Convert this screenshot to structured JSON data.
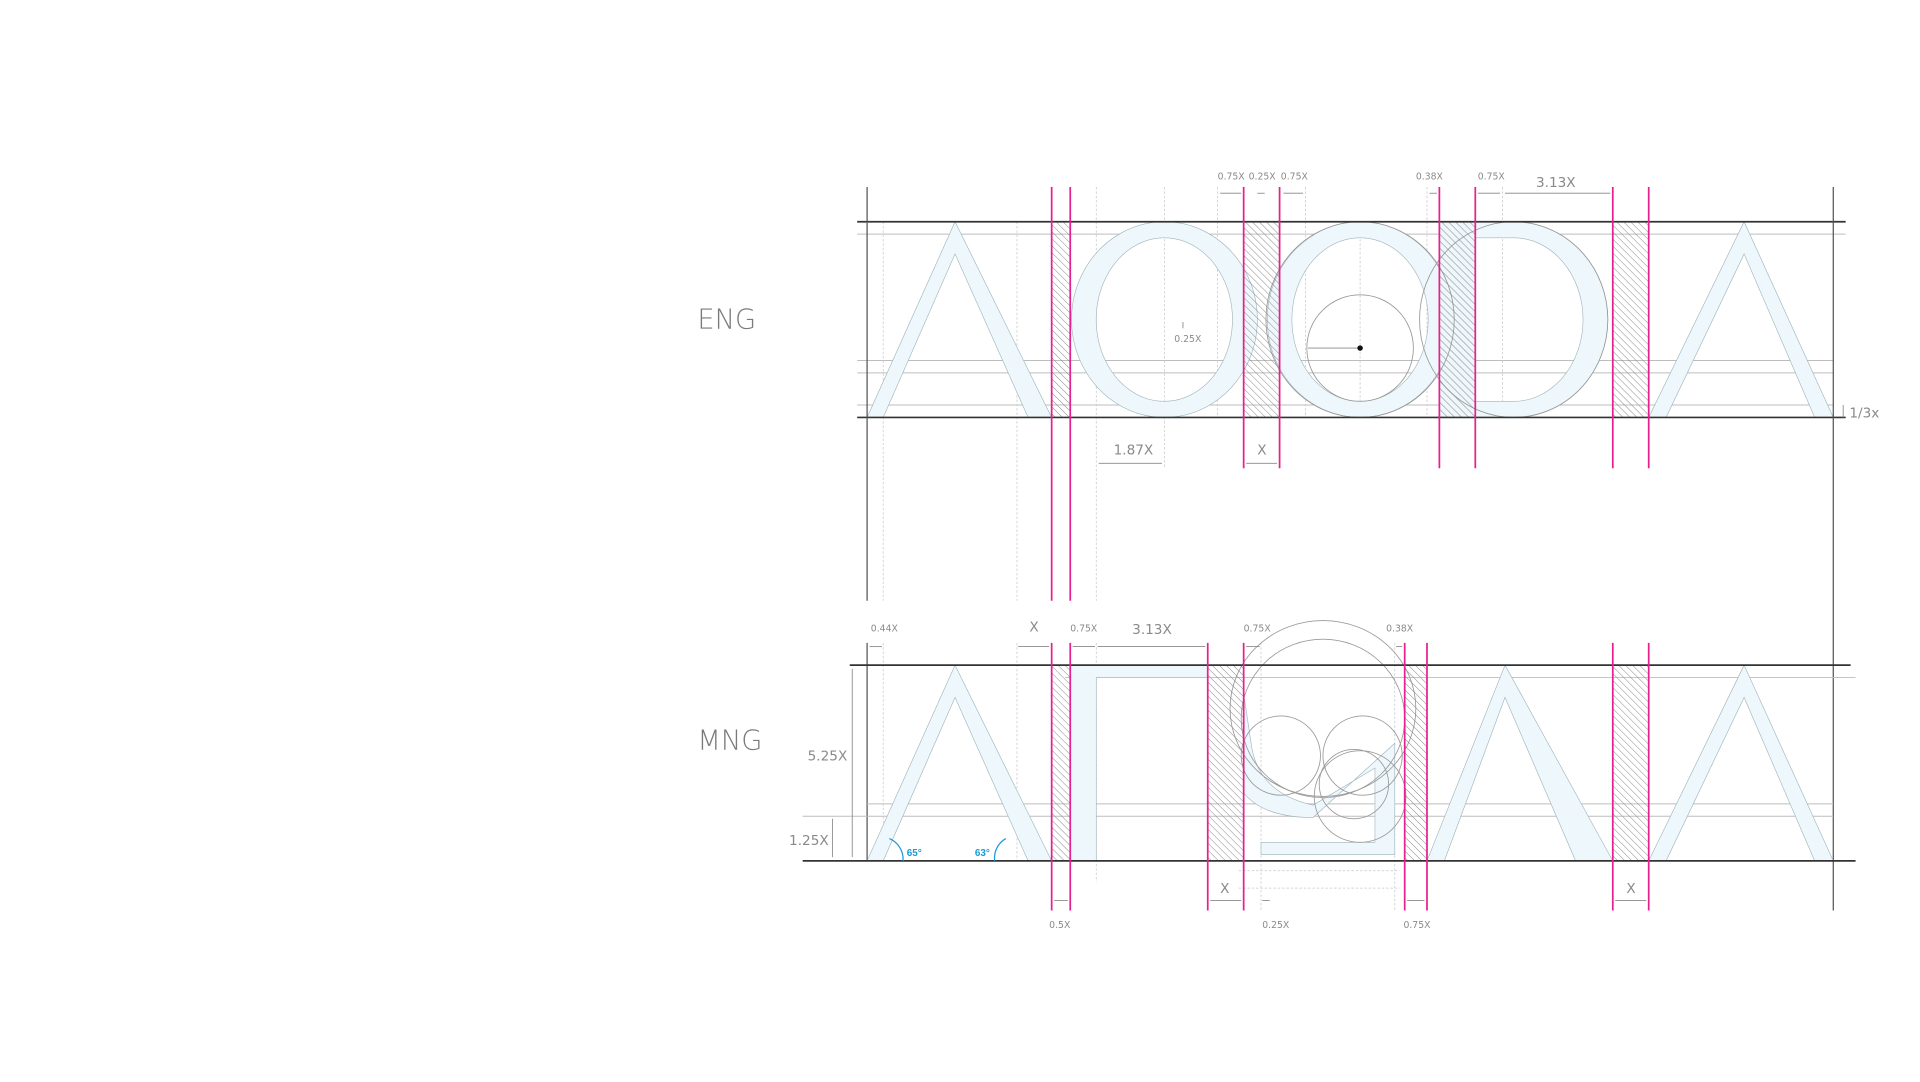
{
  "labels": {
    "eng": "ENG",
    "mng": "MNG"
  },
  "eng_dims": {
    "d1": "0.75X",
    "d2": "0.25X",
    "d3": "0.75X",
    "d4": "0.38X",
    "d5": "0.75X",
    "d6": "3.13X",
    "d7": "0.25X",
    "d8": "1.87X",
    "d9": "X",
    "d10": "1/3x"
  },
  "mng_dims": {
    "d1": "0.44X",
    "d2": "X",
    "d3": "0.75X",
    "d4": "3.13X",
    "d5": "0.75X",
    "d6": "0.38X",
    "d7": "5.25X",
    "d8": "1.25X",
    "d9": "X",
    "d10": "X",
    "d11": "0.5X",
    "d12": "0.25X",
    "d13": "0.75X",
    "angle1": "65°",
    "angle2": "63°"
  },
  "colors": {
    "accent": "#e8208f",
    "fill": "#eef8fc",
    "angle": "#1a9ad6"
  }
}
